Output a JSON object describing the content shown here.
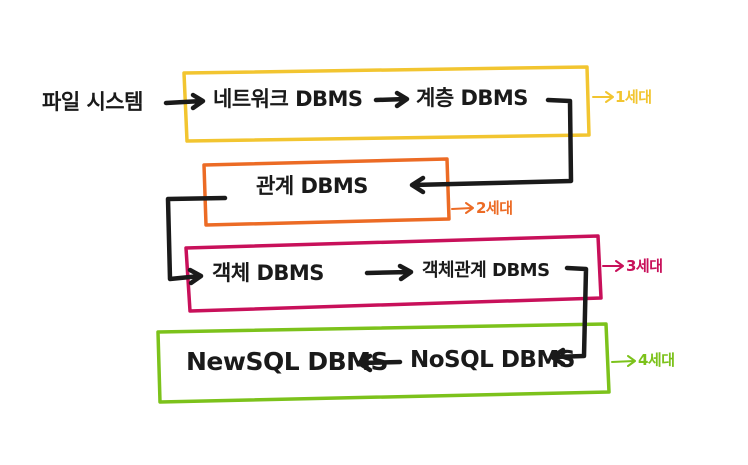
{
  "nodes": {
    "file_system": "파일 시스템",
    "network_dbms": "네트워크 DBMS",
    "hierarchical_dbms": "계층 DBMS",
    "relational_dbms": "관계  DBMS",
    "object_dbms": "객체 DBMS",
    "object_relational_dbms": "객체관계 DBMS",
    "nosql_dbms": "NoSQL DBMS",
    "newsql_dbms": "NewSQL DBMS"
  },
  "generations": {
    "gen1": "1세대",
    "gen2": "2세대",
    "gen3": "3세대",
    "gen4": "4세대"
  },
  "colors": {
    "ink": "#1a1a1a",
    "gen1": "#f2c530",
    "gen2": "#ec6b25",
    "gen3": "#c8105a",
    "gen4": "#7cc21b"
  }
}
